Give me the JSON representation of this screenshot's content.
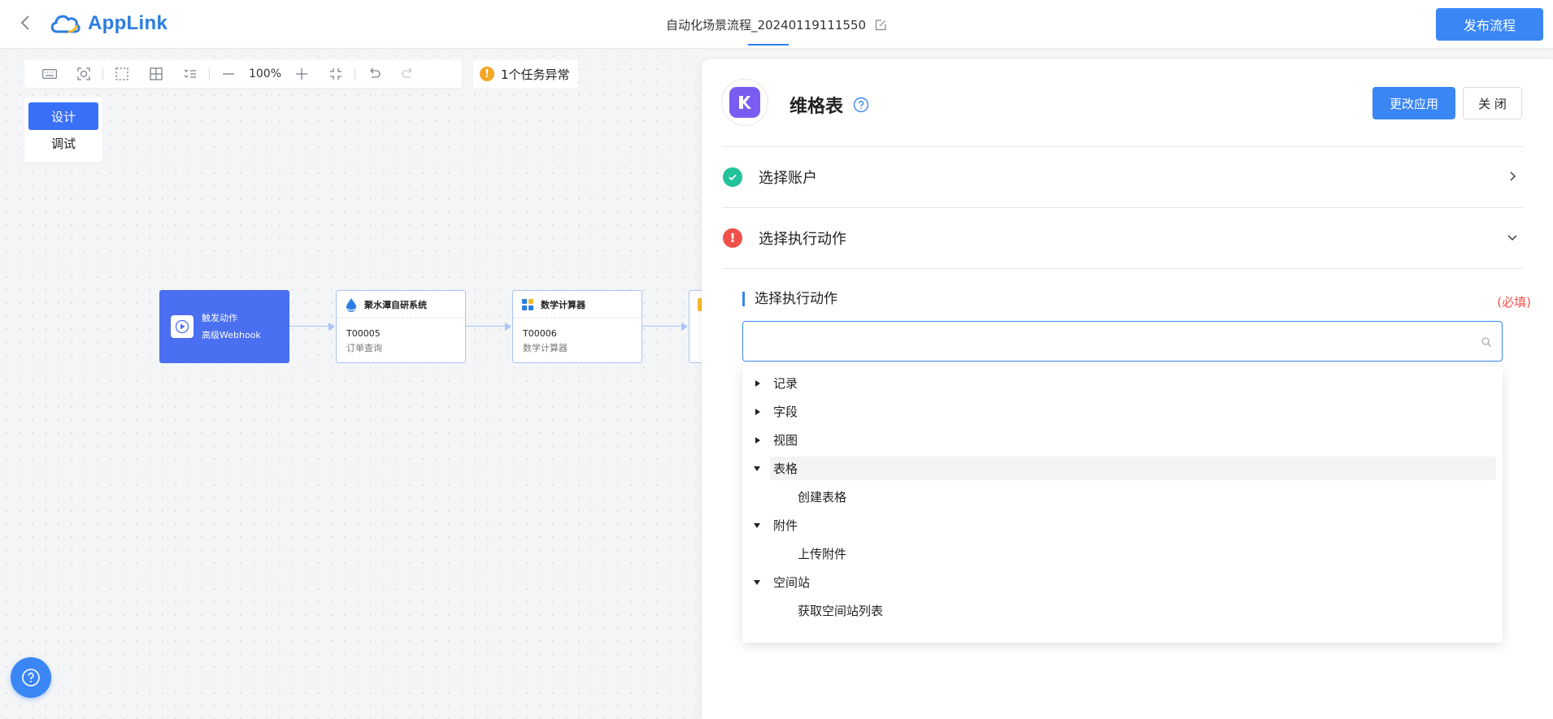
{
  "header": {
    "logo_text": "AppLink",
    "flow_title": "自动化场景流程_20240119111550",
    "publish_label": "发布流程"
  },
  "toolbar": {
    "zoom": "100%",
    "warning_text": "1个任务异常"
  },
  "mode": {
    "design_label": "设计",
    "debug_label": "调试"
  },
  "nodes": {
    "trigger": {
      "title": "触发动作",
      "subtitle": "高级Webhook"
    },
    "node1": {
      "name": "聚水潭自研系统",
      "code": "T00005",
      "desc": "订单查询"
    },
    "node2": {
      "name": "数学计算器",
      "code": "T00006",
      "desc": "数学计算器"
    }
  },
  "panel": {
    "app_name": "维格表",
    "change_app_label": "更改应用",
    "close_label": "关 闭",
    "steps": [
      {
        "label": "选择账户",
        "status": "success"
      },
      {
        "label": "选择执行动作",
        "status": "error"
      }
    ],
    "field_label": "选择执行动作",
    "required_text": "(必填)",
    "search_placeholder": "",
    "tree": [
      {
        "label": "记录",
        "expanded": false
      },
      {
        "label": "字段",
        "expanded": false
      },
      {
        "label": "视图",
        "expanded": false
      },
      {
        "label": "表格",
        "expanded": true,
        "hovered": true
      },
      {
        "label": "创建表格",
        "child": true
      },
      {
        "label": "附件",
        "expanded": true
      },
      {
        "label": "上传附件",
        "child": true
      },
      {
        "label": "空间站",
        "expanded": true
      },
      {
        "label": "获取空间站列表",
        "child": true
      }
    ]
  },
  "colors": {
    "primary": "#3a86f5",
    "trigger_node": "#4a6ff0",
    "success": "#22c29a",
    "error": "#f0524b",
    "warning": "#f5a623",
    "app_icon": "#7a5cf0"
  }
}
